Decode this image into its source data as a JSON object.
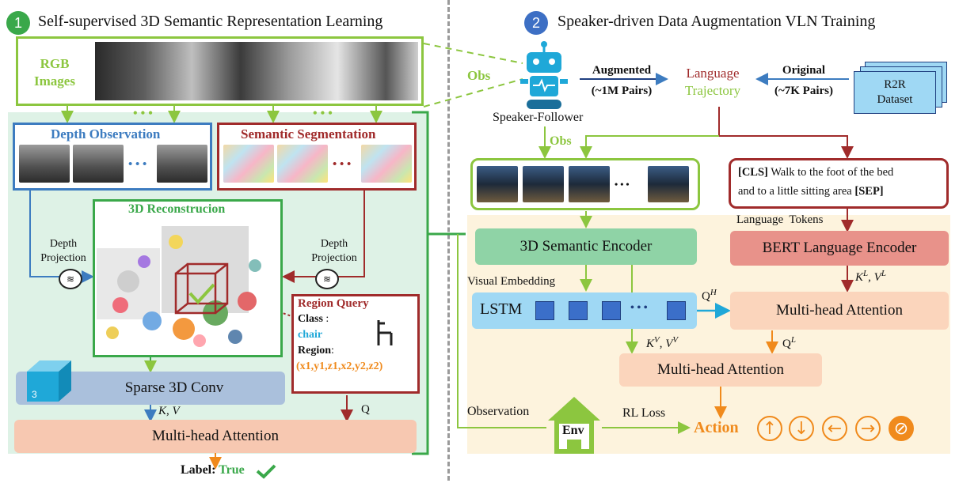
{
  "section1": {
    "number": "1",
    "title": "Self-supervised 3D Semantic Representation Learning",
    "color": "#3aa84a"
  },
  "section2": {
    "number": "2",
    "title": "Speaker-driven Data Augmentation VLN Training",
    "color": "#3d6fc4"
  },
  "rgb": {
    "label_line1": "RGB",
    "label_line2": "Images",
    "dots": "• • •"
  },
  "depth_obs": {
    "title": "Depth Observation",
    "dots": "• • •"
  },
  "sem_seg": {
    "title": "Semantic Segmentation",
    "dots": "• • •"
  },
  "recon": {
    "title": "3D Reconstrucion"
  },
  "depth_proj_left": {
    "line1": "Depth",
    "line2": "Projection"
  },
  "depth_proj_right": {
    "line1": "Depth",
    "line2": "Projection"
  },
  "region_query": {
    "title": "Region Query",
    "class_label": "Class",
    "class_sep": " :",
    "class_value": "chair",
    "region_label": "Region",
    "region_sep": ":",
    "region_value": "(x1,y1,z1,x2,y2,z2)"
  },
  "sparse_conv": {
    "label": "Sparse 3D Conv",
    "cube_num": "3"
  },
  "kv_left": "K, V",
  "q_left": "Q",
  "mha_left": "Multi-head Attention",
  "label_out": {
    "prefix": "Label",
    "sep": ": ",
    "value": "True"
  },
  "obs_left": "Obs",
  "speaker": {
    "label": "Speaker-Follower",
    "obs": "Obs"
  },
  "augmented": {
    "line1": "Augmented",
    "line2": "(~1M Pairs)"
  },
  "lang_traj": {
    "line1": "Language",
    "line2": "Trajectory"
  },
  "original": {
    "line1": "Original",
    "line2": "(~7K Pairs)"
  },
  "r2r": {
    "line1": "R2R",
    "line2": "Dataset"
  },
  "obs_strip": {
    "dots": "• • •"
  },
  "instruction": {
    "cls": "[CLS]",
    "text1": " Walk to the foot of the bed",
    "text2": "and to a little sitting area ",
    "sep": "[SEP]"
  },
  "lang_tokens": "Language  Tokens",
  "sem_encoder": "3D Semantic Encoder",
  "bert": "BERT Language Encoder",
  "visual_emb": "Visual Embedding",
  "lstm": {
    "label": "LSTM",
    "dots": "• • •"
  },
  "qh": "Q",
  "qh_sup": "H",
  "kl": "K",
  "kl_sup": "L",
  "vl": "V",
  "vl_sup": "L",
  "mha_right_top": "Multi-head Attention",
  "ql": "Q",
  "ql_sup": "L",
  "kv_v": "K",
  "kv_v_sup": "V",
  "vv": "V",
  "vv_sup": "V",
  "mha_right_bottom": "Multi-head Attention",
  "observation": "Observation",
  "env": "Env",
  "rl_loss": "RL Loss",
  "action": "Action",
  "action_icons": [
    "arrow-up-icon",
    "arrow-down-icon",
    "arrow-left-icon",
    "arrow-right-icon",
    "stop-icon"
  ],
  "colors": {
    "green": "#8cc63f",
    "dark_green": "#3aa84a",
    "blue": "#3d7cc0",
    "red": "#a02b2b",
    "orange": "#f08a1c",
    "mint_bg": "#def2e6",
    "peach_bg": "#fdf3dd"
  }
}
